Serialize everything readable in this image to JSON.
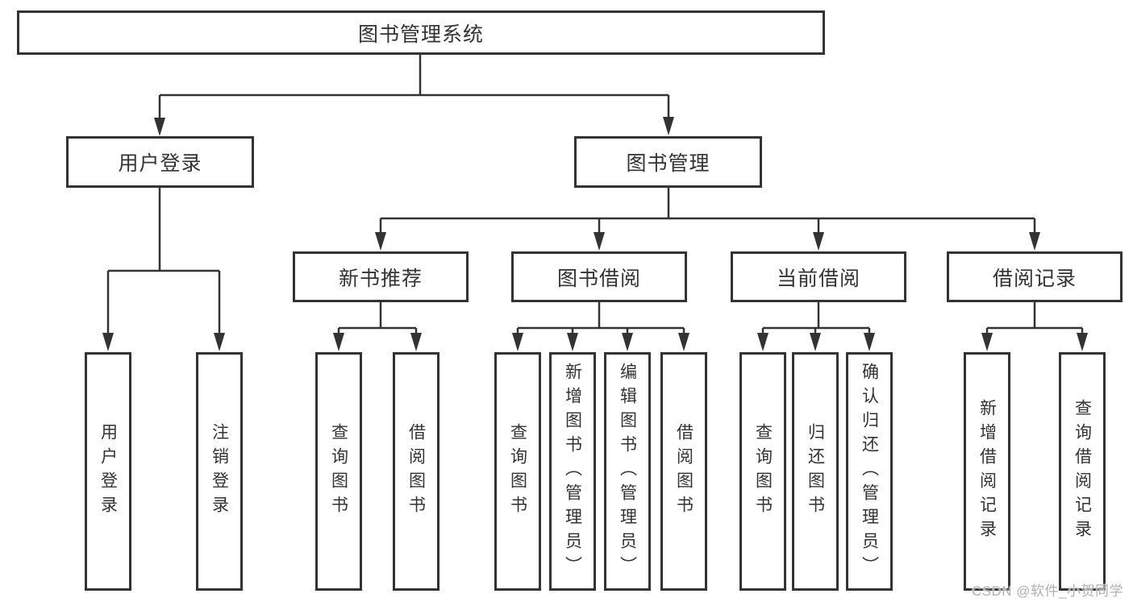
{
  "diagram_title": "图书管理系统",
  "watermark": "CSDN @软件_小贺同学",
  "colors": {
    "line": "#333333",
    "box_border": "#333333",
    "box_fill": "#ffffff",
    "text": "#333333",
    "watermark": "#b0b0b0"
  },
  "tree": {
    "root": {
      "label": "图书管理系统"
    },
    "branches": [
      {
        "label": "用户登录",
        "children": [
          {
            "label": "用户登录"
          },
          {
            "label": "注销登录"
          }
        ]
      },
      {
        "label": "图书管理",
        "groups": [
          {
            "label": "新书推荐",
            "children": [
              {
                "label": "查询图书"
              },
              {
                "label": "借阅图书"
              }
            ]
          },
          {
            "label": "图书借阅",
            "children": [
              {
                "label": "查询图书"
              },
              {
                "label": "新增图书（管理员）"
              },
              {
                "label": "编辑图书（管理员）"
              },
              {
                "label": "借阅图书"
              }
            ]
          },
          {
            "label": "当前借阅",
            "children": [
              {
                "label": "查询图书"
              },
              {
                "label": "归还图书"
              },
              {
                "label": "确认归还（管理员）"
              }
            ]
          },
          {
            "label": "借阅记录",
            "children": [
              {
                "label": "新增借阅记录"
              },
              {
                "label": "查询借阅记录"
              }
            ]
          }
        ]
      }
    ]
  }
}
